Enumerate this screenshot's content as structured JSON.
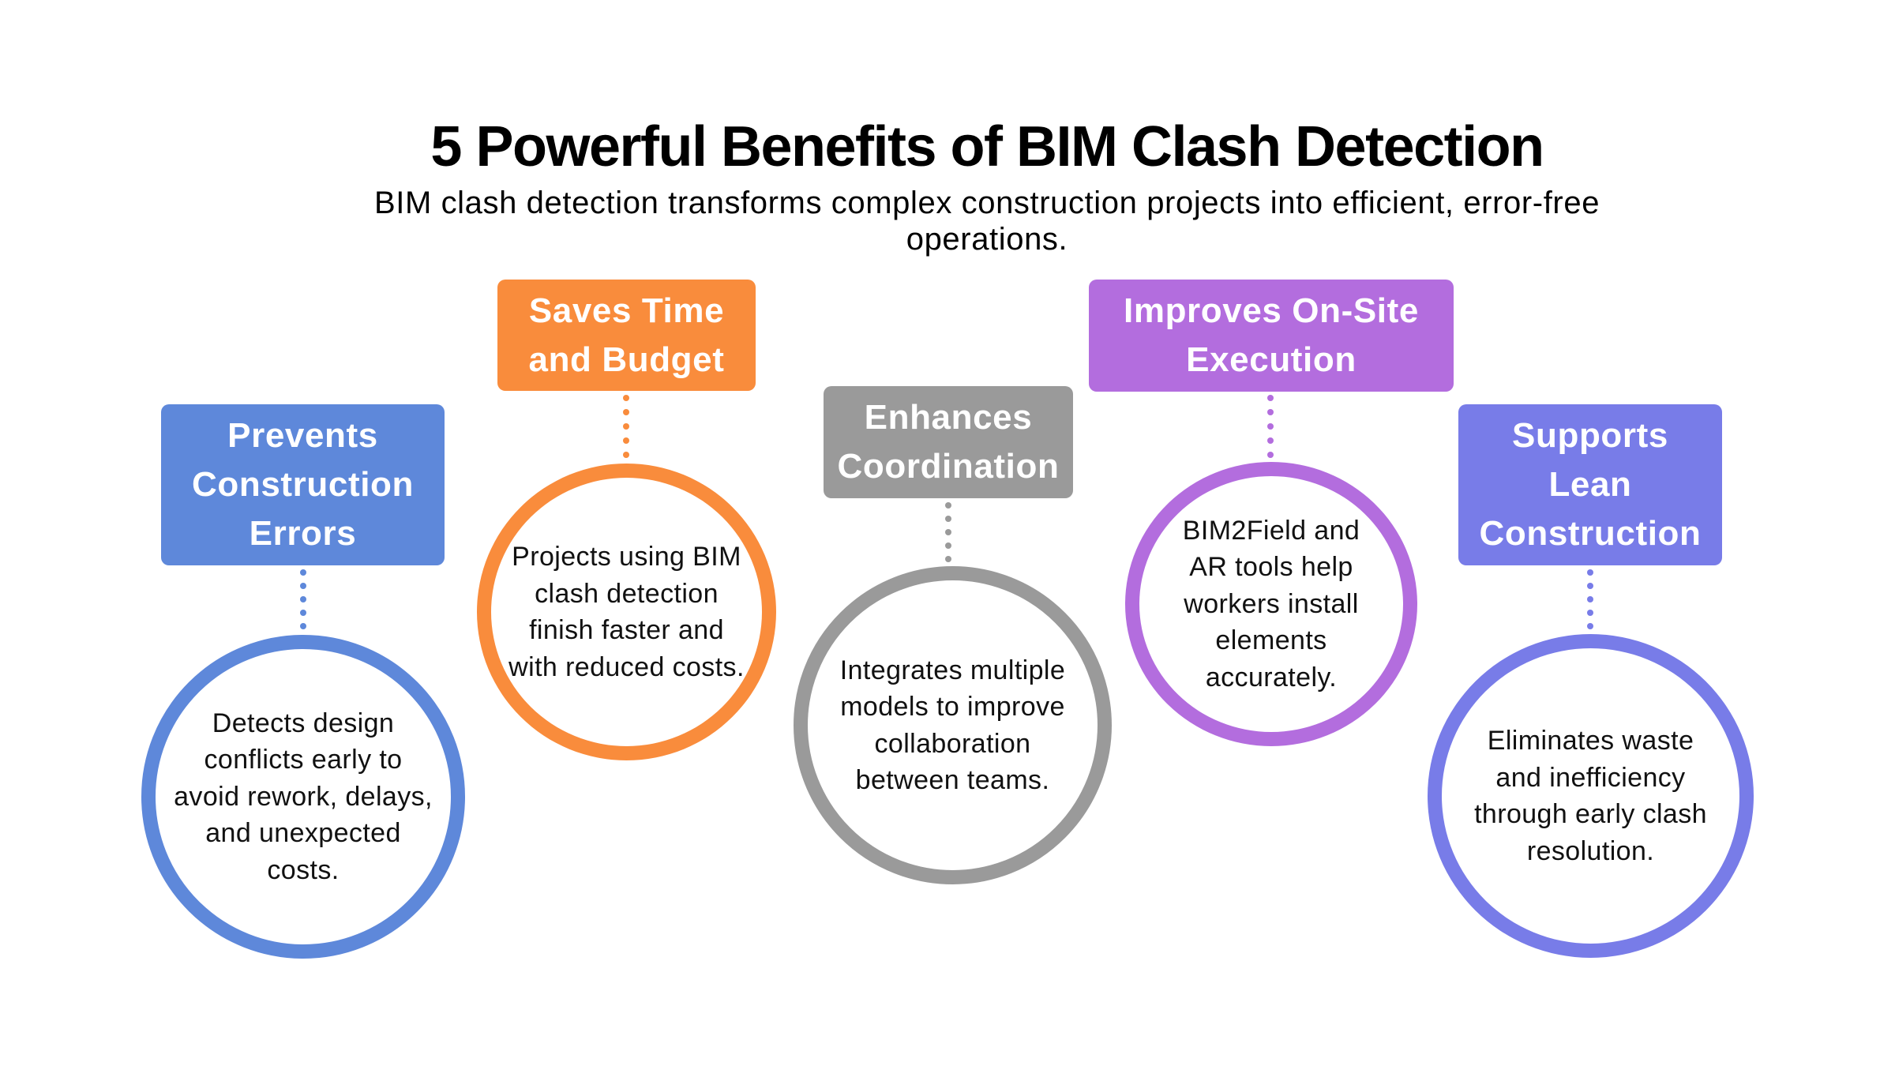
{
  "header": {
    "title": "5 Powerful Benefits of BIM Clash Detection",
    "subtitle": "BIM clash detection transforms complex construction projects into efficient, error-free operations."
  },
  "benefits": [
    {
      "label": "Prevents Construction Errors",
      "description": "Detects design conflicts early to avoid rework, delays, and unexpected costs.",
      "color": "#5E88DA"
    },
    {
      "label": "Saves Time and Budget",
      "description": "Projects using BIM clash detection finish faster and with reduced costs.",
      "color": "#F98C3C"
    },
    {
      "label": "Enhances Coordination",
      "description": "Integrates multiple models to improve collaboration between teams.",
      "color": "#9A9A9A"
    },
    {
      "label": "Improves On-Site Execution",
      "description": "BIM2Field and AR tools help workers install elements accurately.",
      "color": "#B36DDE"
    },
    {
      "label": "Supports Lean Construction",
      "description": "Eliminates waste and inefficiency through early clash resolution.",
      "color": "#787CE8"
    }
  ]
}
